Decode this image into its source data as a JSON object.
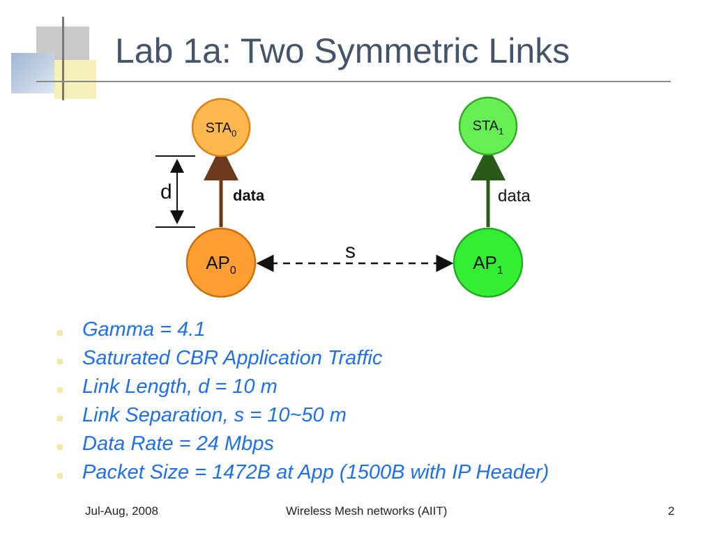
{
  "slide": {
    "title": "Lab 1a: Two Symmetric Links"
  },
  "diagram": {
    "nodes": {
      "sta0": {
        "label": "STA",
        "sub": "0",
        "color": "#ffb84d",
        "stroke": "#e07f10"
      },
      "sta1": {
        "label": "STA",
        "sub": "1",
        "color": "#66ee55",
        "stroke": "#33aa22"
      },
      "ap0": {
        "label": "AP",
        "sub": "0",
        "color": "#ff9f33",
        "stroke": "#cc6e0a"
      },
      "ap1": {
        "label": "AP",
        "sub": "1",
        "color": "#33ee33",
        "stroke": "#22aa22"
      }
    },
    "link0_label": "data",
    "link1_label": "data",
    "distance_label": "d",
    "separation_label": "s",
    "link0_color": "#6b3a1e",
    "link1_color": "#2a5a1a"
  },
  "bullets": [
    "Gamma = 4.1",
    "Saturated CBR Application Traffic",
    "Link Length, d = 10 m",
    "Link Separation, s = 10~50 m",
    "Data Rate = 24 Mbps",
    "Packet Size = 1472B at App (1500B with IP Header)"
  ],
  "footer": {
    "date": "Jul-Aug, 2008",
    "center": "Wireless Mesh networks (AIIT)",
    "page": "2"
  }
}
